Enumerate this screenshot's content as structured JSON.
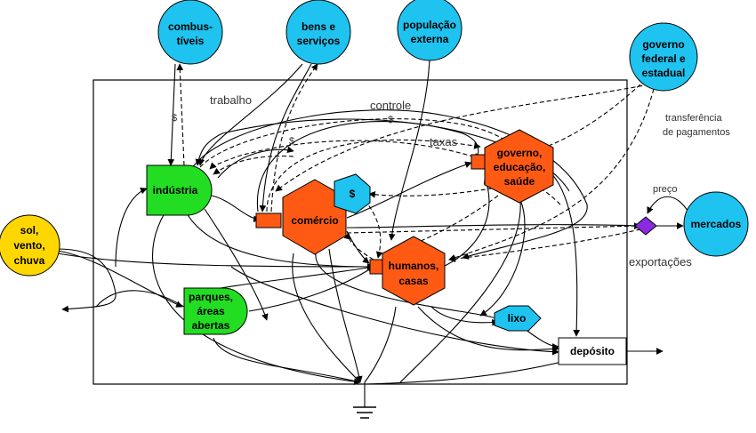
{
  "colors": {
    "source": "#ffd700",
    "exchange": "#1ec3f0",
    "producer": "#22dd22",
    "consumer": "#ff5a14",
    "interaction": "#ff5a14",
    "market_node": "#8a2be2",
    "storage": "#ffffff",
    "line": "#000000"
  },
  "nodes": {
    "sol": [
      "sol,",
      "vento,",
      "chuva"
    ],
    "combustiveis": [
      "combus-",
      "tíveis"
    ],
    "bens": [
      "bens e",
      "serviços"
    ],
    "populacao": [
      "população",
      "externa"
    ],
    "governo_ext": [
      "governo",
      "federal e",
      "estadual"
    ],
    "mercados": [
      "mercados"
    ],
    "industria": [
      "indústria"
    ],
    "comercio": [
      "comércio"
    ],
    "dinheiro": [
      "$"
    ],
    "governo": [
      "governo,",
      "educação,",
      "saúde"
    ],
    "humanos": [
      "humanos,",
      "casas"
    ],
    "parques": [
      "parques,",
      "áreas",
      "abertas"
    ],
    "lixo": [
      "lixo"
    ],
    "deposito": [
      "depósito"
    ]
  },
  "labels": {
    "trabalho": "trabalho",
    "controle": "controle",
    "taxas": "taxas",
    "transferencia": [
      "transferência",
      "de pagamentos"
    ],
    "preco": "preço",
    "exportacoes": "exportações",
    "money_sign": "$"
  }
}
